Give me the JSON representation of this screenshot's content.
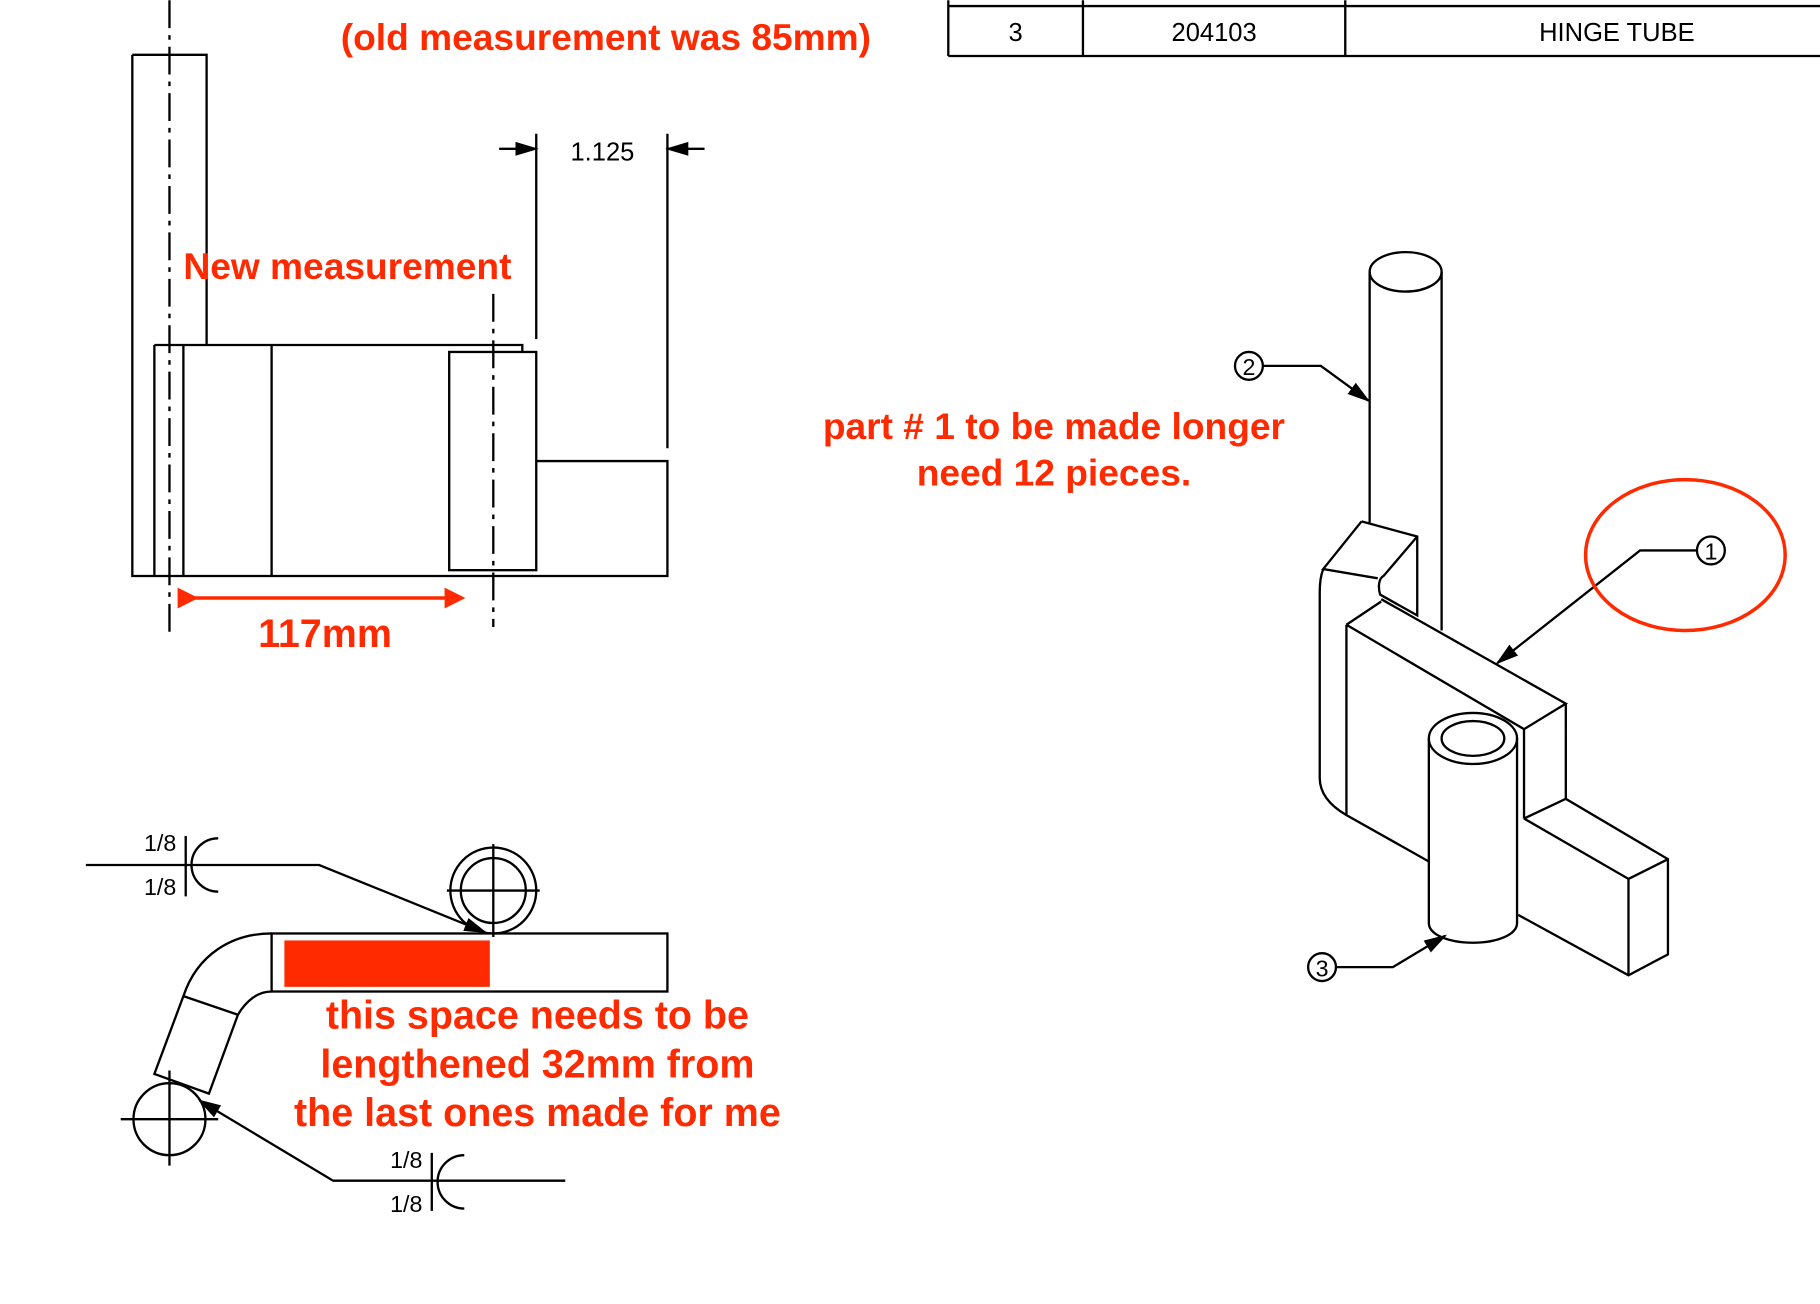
{
  "table_row": {
    "item": "3",
    "part_number": "204103",
    "description": "HINGE TUBE"
  },
  "annotations": {
    "old_measurement": "(old measurement was 85mm)",
    "new_measurement": "New measurement",
    "length_117": "117mm",
    "part_note_line1": "part # 1 to be made longer",
    "part_note_line2": "need 12 pieces.",
    "space_note_line1": "this space needs to be",
    "space_note_line2": "lengthened 32mm from",
    "space_note_line3": "the last ones made for me"
  },
  "dimensions": {
    "width": "1.125",
    "weld_top_a": "1/8",
    "weld_top_b": "1/8",
    "weld_bot_a": "1/8",
    "weld_bot_b": "1/8"
  },
  "balloons": {
    "b1": "1",
    "b2": "2",
    "b3": "3"
  },
  "colors": {
    "markup": "#ff2a00",
    "line": "#000000"
  }
}
